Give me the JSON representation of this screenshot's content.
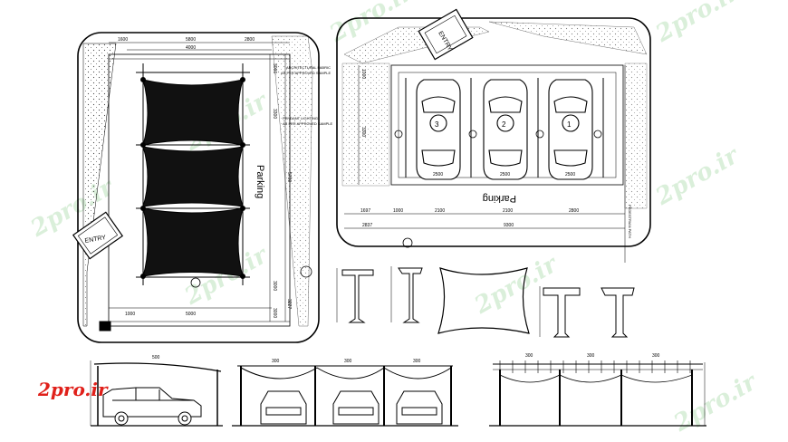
{
  "brand": {
    "label": "2pro.ir",
    "color": "#e0201a"
  },
  "watermark": {
    "text": "2pro.ir"
  },
  "plan_left": {
    "dims_top": [
      "1600",
      "5800",
      "4000",
      "2800"
    ],
    "notes": [
      "ARCHITECTURAL FABRIC",
      "AS PER APPROVED SAMPLE",
      "PENDANT LIGHTING",
      "AS PER APPROVED SAMPLE"
    ],
    "parking_label": "Parking",
    "entry_label": "ENTRY",
    "dims_right": [
      "3000",
      "3300",
      "5700",
      "3000",
      "3000",
      "3227"
    ],
    "dims_bottom": [
      "1000",
      "5000"
    ]
  },
  "plan_right": {
    "entry_label": "ENTRY",
    "parking_label": "Parking",
    "bay_numbers": [
      "3",
      "2",
      "1"
    ],
    "bay_widths": [
      "2500",
      "2500",
      "2500"
    ],
    "dims_bottom": [
      "1697",
      "1000",
      "2100",
      "2100",
      "2800"
    ],
    "dims_total": [
      "2837",
      "9300"
    ],
    "dims_left": [
      "1000",
      "3300"
    ],
    "note": "PEDESTRIAN PATH"
  },
  "elevations": {
    "side_dim": "500",
    "front_dims": [
      "300",
      "300",
      "300"
    ],
    "pergola_dims": [
      "300",
      "300",
      "300"
    ]
  }
}
